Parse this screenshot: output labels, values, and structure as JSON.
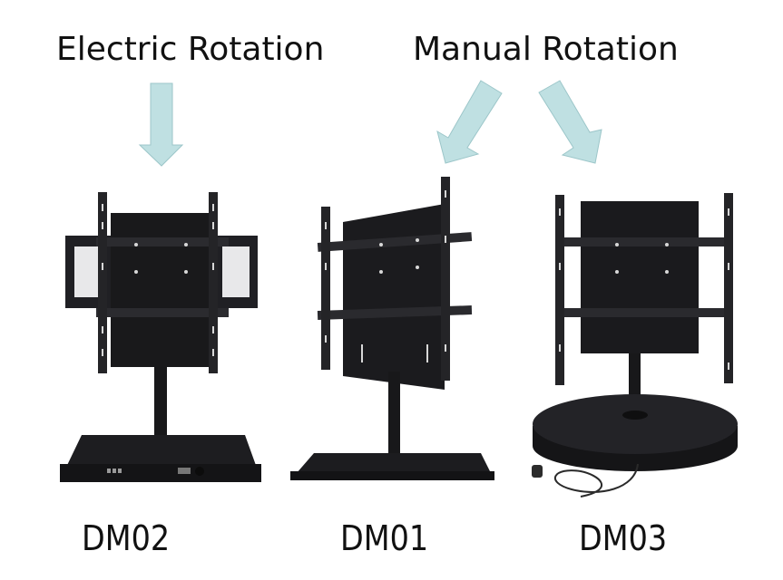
{
  "headings": {
    "electric": "Electric Rotation",
    "manual": "Manual Rotation"
  },
  "products": [
    {
      "model": "DM02",
      "rotation": "Electric",
      "base": "rectangular control box"
    },
    {
      "model": "DM01",
      "rotation": "Manual",
      "base": "flat bar plate"
    },
    {
      "model": "DM03",
      "rotation": "Manual",
      "base": "round disc with power cord"
    }
  ],
  "colors": {
    "arrow_fill": "#bfe0e2",
    "arrow_stroke": "#9cc6c9",
    "metal": "#1c1c1e",
    "background": "#ffffff"
  }
}
